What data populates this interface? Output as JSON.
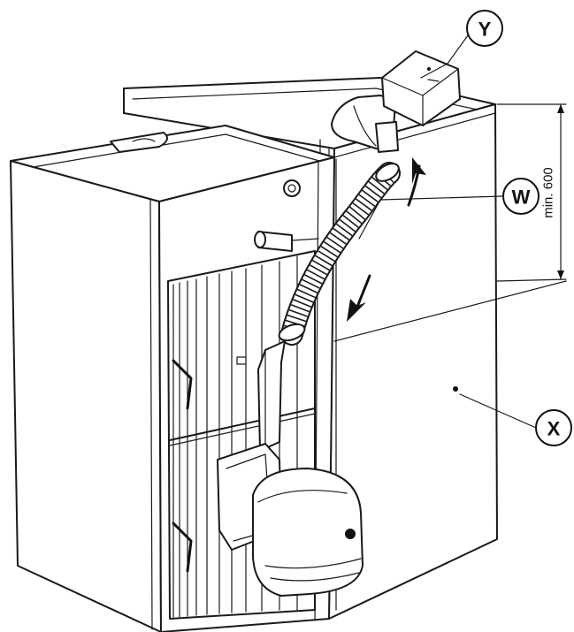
{
  "callouts": {
    "y": "Y",
    "w": "W",
    "x": "X"
  },
  "dimension": {
    "label": "min. 600"
  },
  "colors": {
    "line": "#1a1a1a",
    "background": "#ffffff"
  }
}
